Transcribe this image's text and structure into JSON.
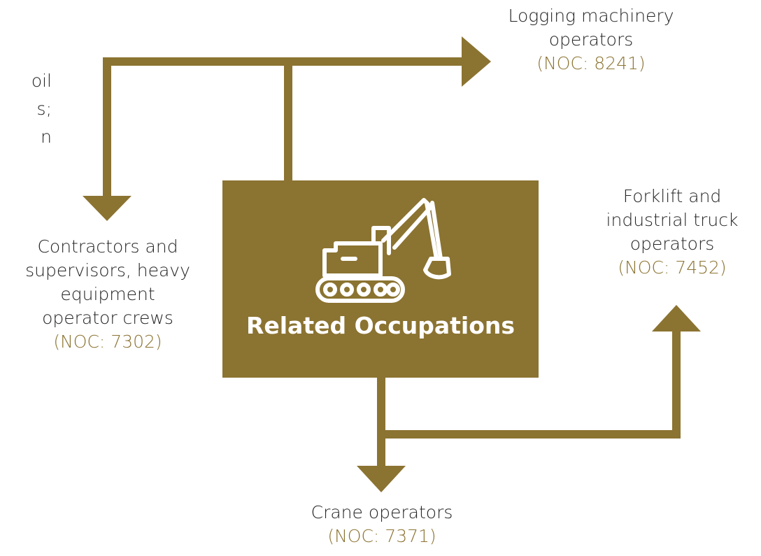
{
  "center": {
    "title": "Related Occupations",
    "icon": "excavator-icon"
  },
  "left_cutoff_text": {
    "lines": [
      "oil",
      "s;",
      "n"
    ]
  },
  "occupations": {
    "logging": {
      "lines": [
        "Logging machinery",
        "operators"
      ],
      "noc": "(NOC: 8241)"
    },
    "contractors": {
      "lines": [
        "Contractors and",
        "supervisors, heavy",
        "equipment",
        "operator crews"
      ],
      "noc": "(NOC: 7302)"
    },
    "forklift": {
      "lines": [
        "Forklift and",
        "industrial truck",
        "operators"
      ],
      "noc": "(NOC: 7452)"
    },
    "crane": {
      "lines": [
        "Crane operators"
      ],
      "noc": "(NOC: 7371)"
    }
  },
  "colors": {
    "accent": "#8b7331",
    "text": "#262626",
    "box_text": "#ffffff"
  }
}
